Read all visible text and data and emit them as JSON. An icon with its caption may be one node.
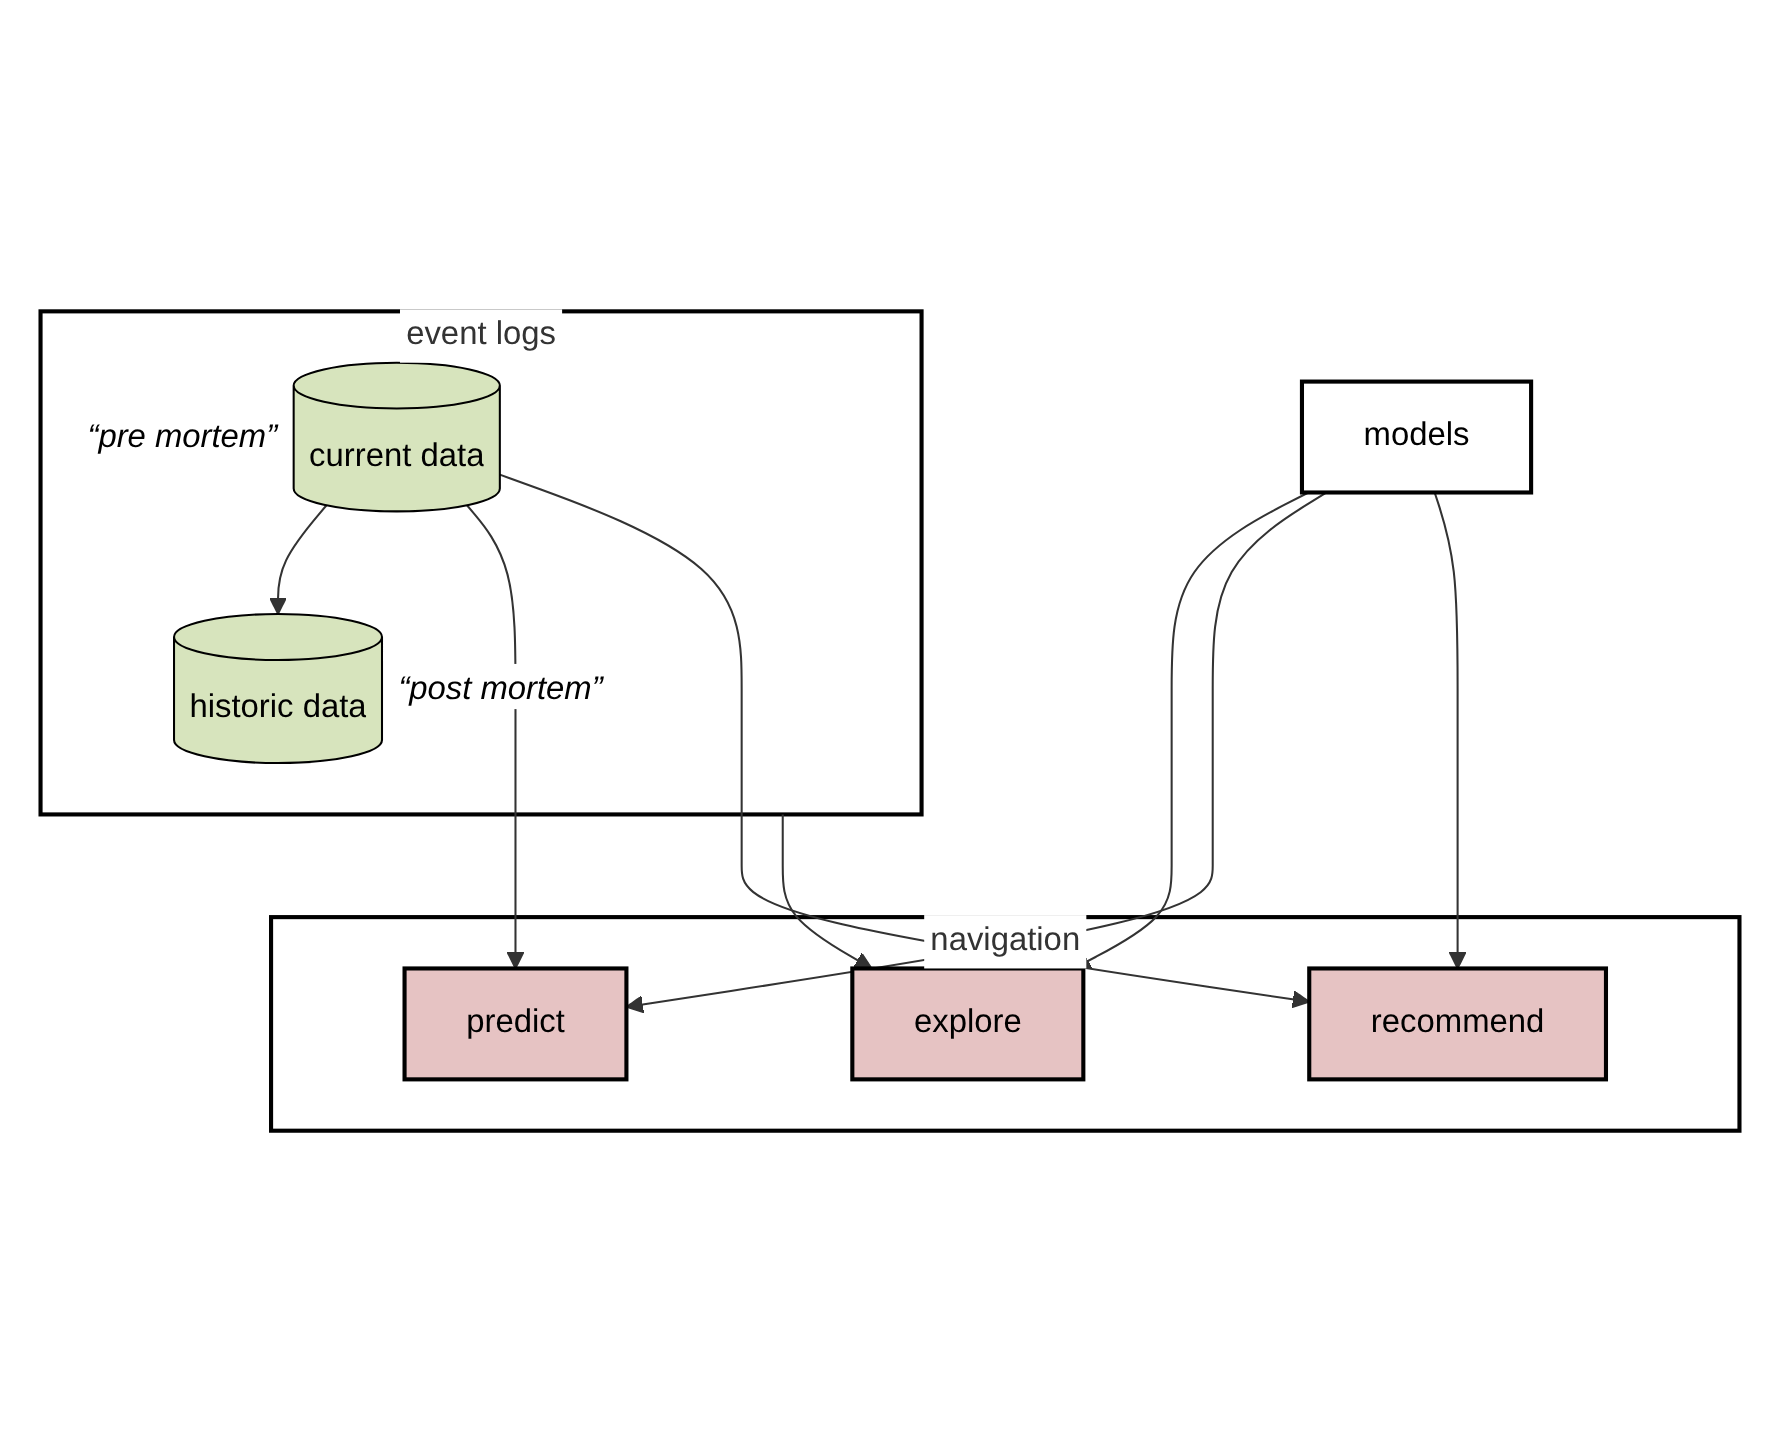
{
  "diagram": {
    "nodes": [
      {
        "text": [
          "event logs"
        ]
      },
      {
        "text": [
          "current data"
        ],
        "in": 0,
        "beside": [
          "“pre mortem”"
        ]
      },
      {
        "text": [
          "historic data"
        ],
        "in": 0,
        "beside": [
          "“post mortem”"
        ]
      },
      {
        "text": [
          "navigation"
        ]
      },
      {
        "text": [
          "explore"
        ],
        "in": 3
      },
      {
        "text": [
          "predict"
        ],
        "in": 3
      },
      {
        "text": [
          "recommend"
        ],
        "in": 3
      },
      {
        "text": [
          "models"
        ]
      }
    ],
    "edges": [
      {
        "from": 1,
        "to": 2,
        "arrow": "to"
      },
      {
        "from": 0,
        "to": 4,
        "arrow": "to"
      },
      {
        "from": 1,
        "to": 5,
        "arrow": "to"
      },
      {
        "from": 1,
        "to": 6,
        "arrow": "to"
      },
      {
        "from": 7,
        "to": 4,
        "arrow": "to"
      },
      {
        "from": 7,
        "to": 5,
        "arrow": "to"
      },
      {
        "from": 7,
        "to": 6,
        "arrow": "to"
      }
    ]
  }
}
